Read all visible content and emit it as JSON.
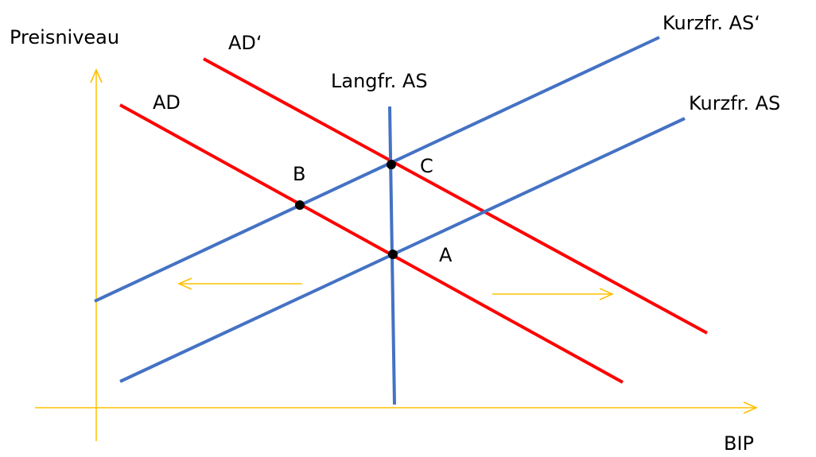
{
  "axes": {
    "y_label": "Preisniveau",
    "x_label": "BIP",
    "color": "#FFC000"
  },
  "curves": {
    "ad": "AD",
    "ad_shifted": "AD‘",
    "lras": "Langfr. AS",
    "sras": "Kurzfr. AS",
    "sras_shifted": "Kurzfr. AS‘"
  },
  "points": {
    "a": "A",
    "b": "B",
    "c": "C"
  },
  "colors": {
    "demand": "#FF0000",
    "supply": "#4472C4",
    "point": "#000000"
  }
}
